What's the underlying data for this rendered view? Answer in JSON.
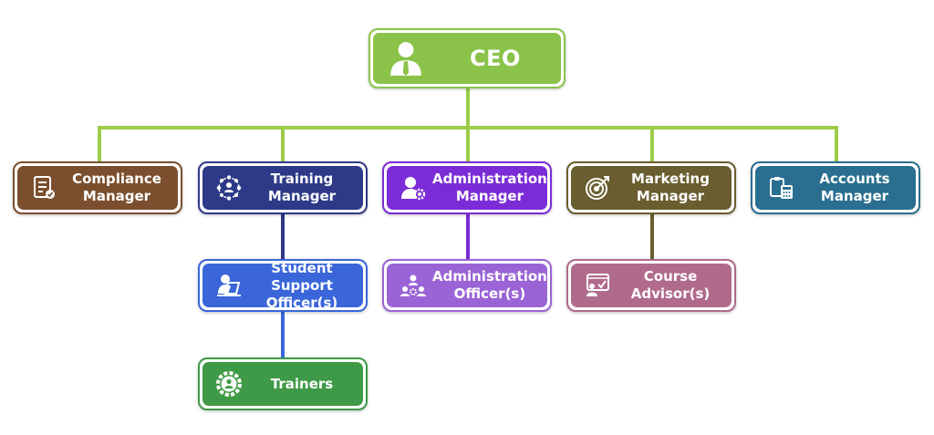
{
  "colors": {
    "ceo": "#8bc34a",
    "compliance": "#7b4f2e",
    "training": "#2e3a87",
    "administration": "#7b2cd6",
    "marketing": "#6a5d2f",
    "accounts": "#2a6f8f",
    "student_support": "#3a66d9",
    "admin_officer": "#9a64d6",
    "course_advisor": "#b06b8c",
    "trainers": "#3f9a47",
    "main_connector": "#9ccc4a"
  },
  "nodes": {
    "ceo": {
      "label": "CEO",
      "icon": "executive-user-icon"
    },
    "compliance": {
      "label": "Compliance\nManager",
      "icon": "checklist-document-icon"
    },
    "training": {
      "label": "Training\nManager",
      "icon": "team-network-icon"
    },
    "administration": {
      "label": "Administration\nManager",
      "icon": "user-gear-icon"
    },
    "marketing": {
      "label": "Marketing\nManager",
      "icon": "target-icon"
    },
    "accounts": {
      "label": "Accounts\nManager",
      "icon": "calculator-clipboard-icon"
    },
    "student_support": {
      "label": "Student Support\nOfficer(s)",
      "icon": "user-laptop-icon"
    },
    "admin_officer": {
      "label": "Administration\nOfficer(s)",
      "icon": "group-gears-icon"
    },
    "course_advisor": {
      "label": "Course\nAdvisor(s)",
      "icon": "user-screen-check-icon"
    },
    "trainers": {
      "label": "Trainers",
      "icon": "gear-user-icon"
    }
  }
}
